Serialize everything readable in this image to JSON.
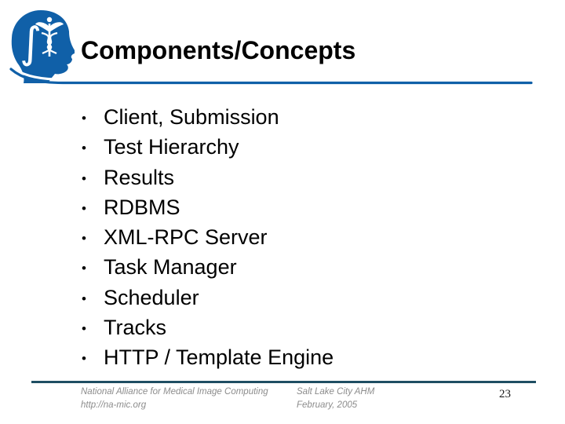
{
  "slide": {
    "title": "Components/Concepts",
    "bullet_char": "•",
    "bullets": [
      "Client, Submission",
      "Test Hierarchy",
      "Results",
      "RDBMS",
      "XML-RPC Server",
      "Task Manager",
      "Scheduler",
      "Tracks",
      "HTTP / Template Engine"
    ],
    "footer": {
      "org_line1": "National Alliance for Medical Image Computing",
      "org_line2": "http://na-mic.org",
      "venue_line1": "Salt Lake City AHM",
      "venue_line2": "February, 2005",
      "page_number": "23"
    },
    "icons": {
      "logo": "na-mic-head-logo-icon",
      "logo_glyphs": [
        "integral-icon",
        "caduceus-icon"
      ]
    },
    "colors": {
      "logo_blue": "#1060a8",
      "footer_rule_color": "#1f4e63",
      "footer_text_color": "#8c8c8c"
    }
  }
}
